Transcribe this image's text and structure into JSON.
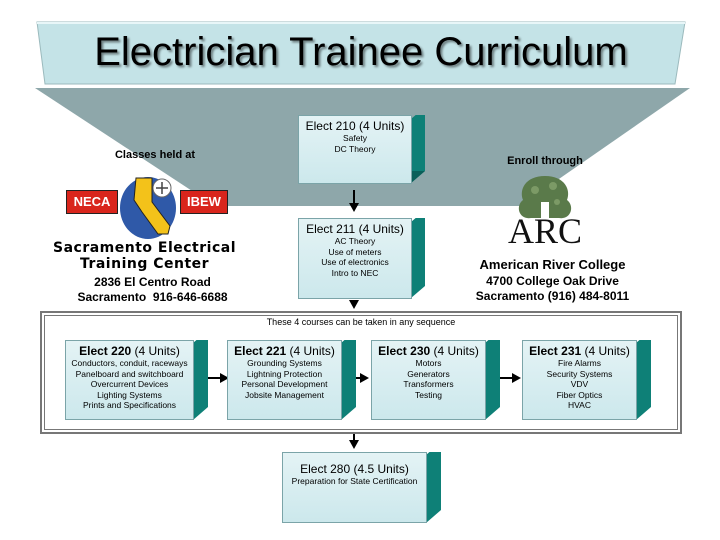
{
  "title": "Electrician Trainee Curriculum",
  "left_org": {
    "heading": "Classes held at",
    "logo_left": "NECA",
    "logo_right": "IBEW",
    "logo_line1": "Sacramento Electrical",
    "logo_line2": "Training Center",
    "address": "2836 El Centro Road",
    "city_phone": "Sacramento  916-646-6688"
  },
  "right_org": {
    "heading": "Enroll through",
    "logo_text": "ARC",
    "name": "American River College",
    "address": "4700 College Oak Drive",
    "city_phone": "Sacramento (916) 484-8011"
  },
  "sequence_note": "These 4 courses can be taken in any sequence",
  "courses": {
    "c210": {
      "code": "Elect 210",
      "units": " (4 Units)",
      "topics": [
        "Safety",
        "DC Theory"
      ]
    },
    "c211": {
      "code": "Elect 211",
      "units": " (4 Units)",
      "topics": [
        "AC Theory",
        "Use of meters",
        "Use of electronics",
        "Intro to NEC"
      ]
    },
    "c220": {
      "code": "Elect 220",
      "units": " (4 Units)",
      "topics": [
        "Conductors, conduit, raceways",
        "Panelboard and switchboard",
        "Overcurrent Devices",
        "Lighting Systems",
        "Prints and Specifications"
      ]
    },
    "c221": {
      "code": "Elect 221",
      "units": " (4 Units)",
      "topics": [
        "Grounding Systems",
        "Lightning Protection",
        "Personal Development",
        "Jobsite Management"
      ]
    },
    "c230": {
      "code": "Elect 230",
      "units": " (4 Units)",
      "topics": [
        "Motors",
        "Generators",
        "Transformers",
        "Testing"
      ]
    },
    "c231": {
      "code": "Elect 231",
      "units": " (4 Units)",
      "topics": [
        "Fire Alarms",
        "Security Systems",
        "VDV",
        "Fiber Optics",
        "HVAC"
      ]
    },
    "c280": {
      "code": "Elect 280",
      "units": " (4.5 Units)",
      "topics": [
        "Preparation for State Certification"
      ]
    }
  },
  "colors": {
    "face": "#d6edf0",
    "side": "#0e8077",
    "bottom": "#0a5f59",
    "banner": "#bfe0e4",
    "funnel": "#8aa3a6"
  }
}
